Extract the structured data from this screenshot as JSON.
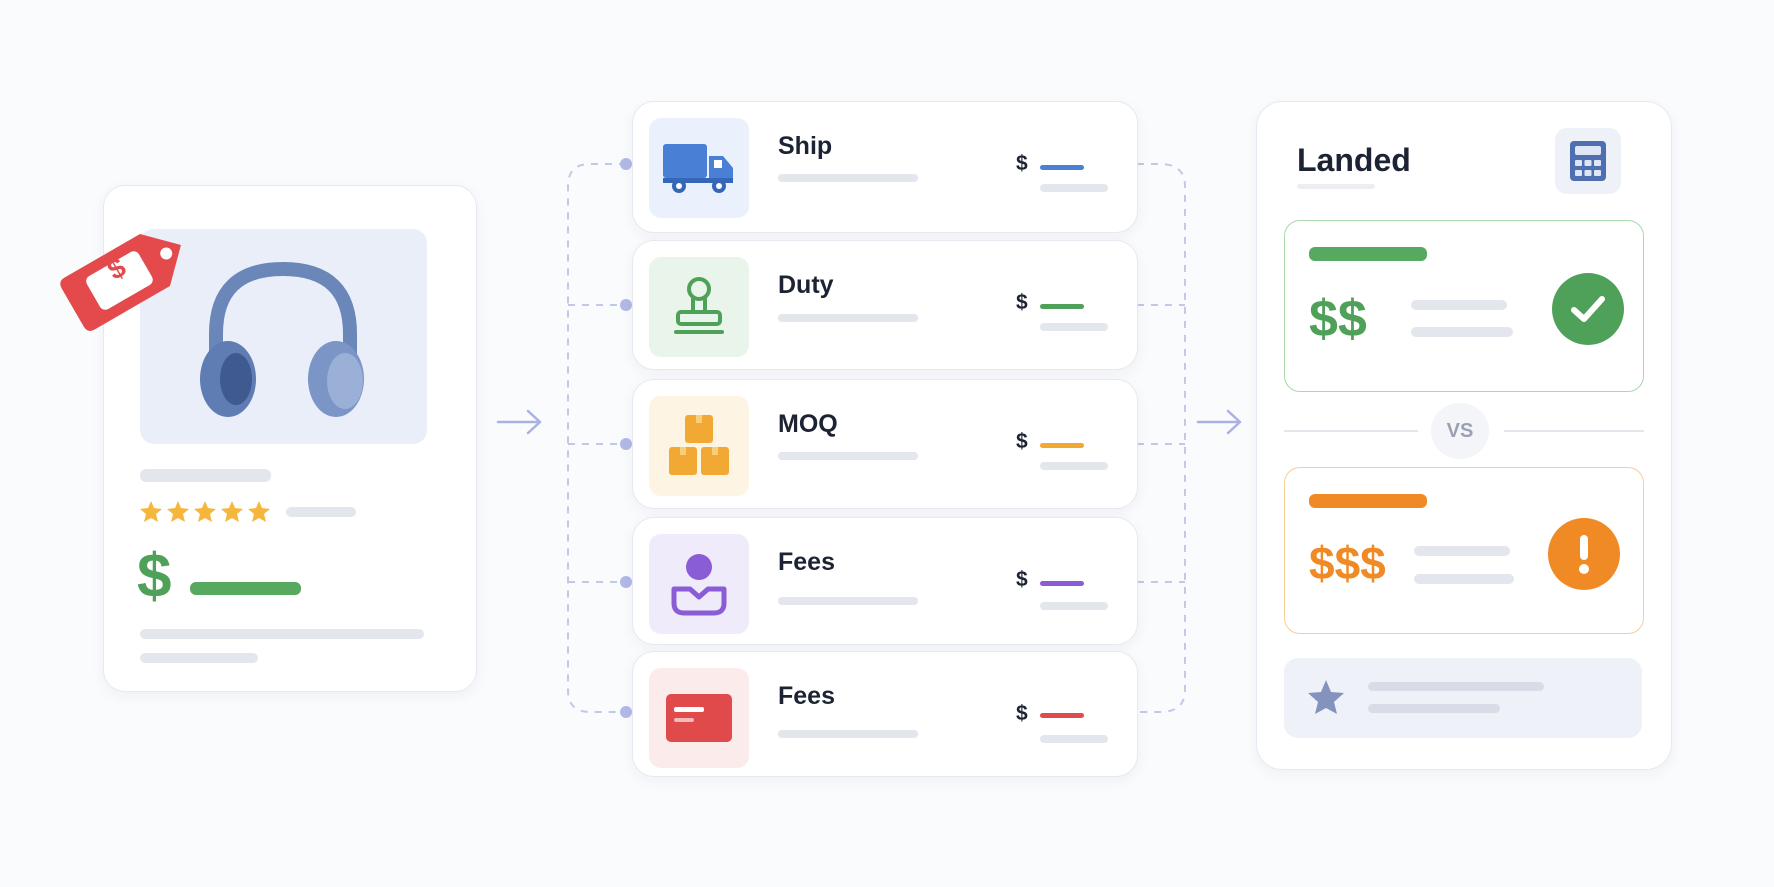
{
  "product": {
    "price_tag": "$",
    "price_symbol": "$",
    "rating_stars": 5
  },
  "cost_rows": [
    {
      "label": "Ship",
      "symbol": "$",
      "icon": "truck-icon",
      "color": "#4a7fd6",
      "bg": "#ebf1fc"
    },
    {
      "label": "Duty",
      "symbol": "$",
      "icon": "stamp-icon",
      "color": "#4fa15a",
      "bg": "#e9f5ea"
    },
    {
      "label": "MOQ",
      "symbol": "$",
      "icon": "boxes-icon",
      "color": "#f2a934",
      "bg": "#fdf4e3"
    },
    {
      "label": "Fees",
      "symbol": "$",
      "icon": "person-icon",
      "color": "#8a5cd6",
      "bg": "#f0ebfb"
    },
    {
      "label": "Fees",
      "symbol": "$",
      "icon": "card-icon",
      "color": "#e14a4a",
      "bg": "#fcebeb"
    }
  ],
  "result": {
    "title": "Landed",
    "good_price": "$$",
    "bad_price": "$$$",
    "vs_label": "VS"
  },
  "colors": {
    "green": "#4fa15a",
    "orange": "#f08a24",
    "blue": "#4a7fd6",
    "red": "#e14a4a",
    "purple": "#8a5cd6",
    "connector": "#b8bfe6"
  }
}
